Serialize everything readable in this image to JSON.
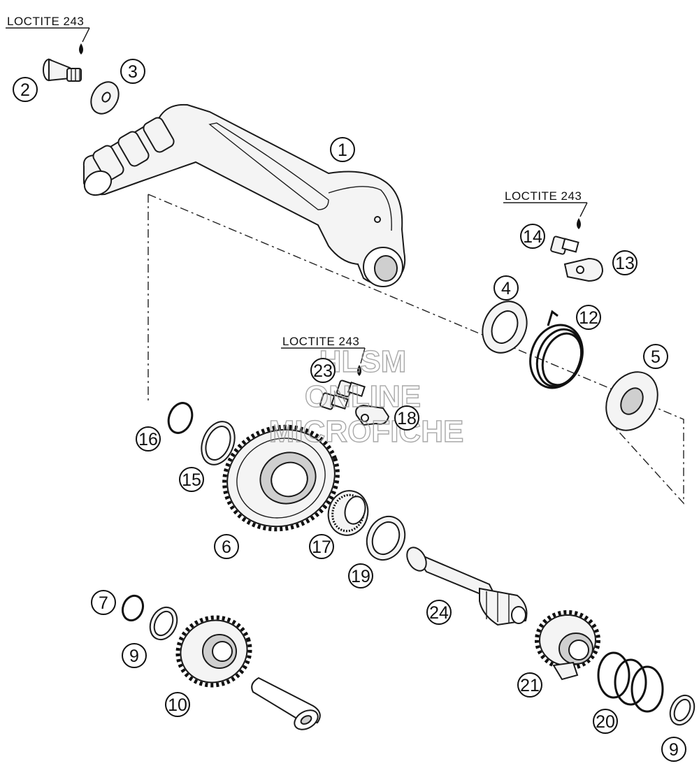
{
  "diagram": {
    "loctite_labels": [
      {
        "id": "loctite-1",
        "text": "LOCTITE 243"
      },
      {
        "id": "loctite-2",
        "text": "LOCTITE 243"
      },
      {
        "id": "loctite-3",
        "text": "LOCTITE 243"
      }
    ],
    "callouts": [
      {
        "id": "c1",
        "num": "1"
      },
      {
        "id": "c2",
        "num": "2"
      },
      {
        "id": "c3",
        "num": "3"
      },
      {
        "id": "c4",
        "num": "4"
      },
      {
        "id": "c5",
        "num": "5"
      },
      {
        "id": "c6",
        "num": "6"
      },
      {
        "id": "c7",
        "num": "7"
      },
      {
        "id": "c9a",
        "num": "9"
      },
      {
        "id": "c9b",
        "num": "9"
      },
      {
        "id": "c10",
        "num": "10"
      },
      {
        "id": "c12",
        "num": "12"
      },
      {
        "id": "c13",
        "num": "13"
      },
      {
        "id": "c14",
        "num": "14"
      },
      {
        "id": "c15",
        "num": "15"
      },
      {
        "id": "c16",
        "num": "16"
      },
      {
        "id": "c17",
        "num": "17"
      },
      {
        "id": "c18",
        "num": "18"
      },
      {
        "id": "c19",
        "num": "19"
      },
      {
        "id": "c20",
        "num": "20"
      },
      {
        "id": "c21",
        "num": "21"
      },
      {
        "id": "c23",
        "num": "23"
      },
      {
        "id": "c24",
        "num": "24"
      }
    ],
    "watermark": [
      "HLSM",
      "ONLINE",
      "MICROFICHE"
    ]
  }
}
